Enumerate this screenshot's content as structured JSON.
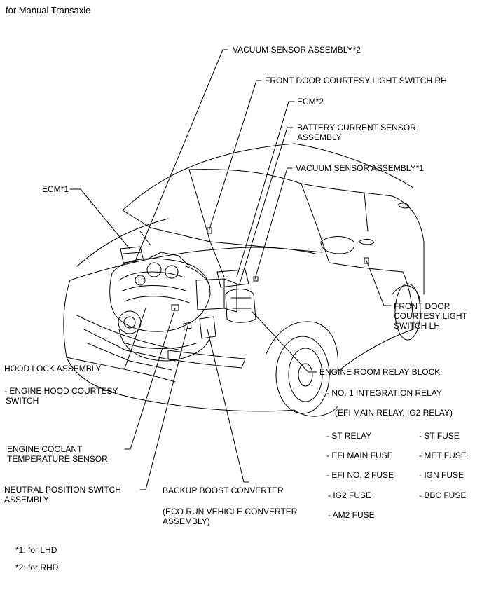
{
  "title": "for Manual Transaxle",
  "labels": {
    "vacuum_sensor_2": "VACUUM SENSOR ASSEMBLY*2",
    "front_door_rh": "FRONT DOOR COURTESY LIGHT SWITCH RH",
    "ecm_2": "ECM*2",
    "battery_current_sensor_1": "BATTERY CURRENT SENSOR",
    "battery_current_sensor_2": "ASSEMBLY",
    "vacuum_sensor_1": "VACUUM SENSOR ASSEMBLY*1",
    "ecm_1": "ECM*1",
    "front_door_lh_1": "FRONT DOOR",
    "front_door_lh_2": "COURTESY LIGHT",
    "front_door_lh_3": "SWITCH LH",
    "hood_lock": "HOOD LOCK ASSEMBLY",
    "engine_hood_courtesy_1": "- ENGINE HOOD COURTESY",
    "engine_hood_courtesy_2": "SWITCH",
    "engine_room_relay_block": "ENGINE ROOM RELAY BLOCK",
    "integration_relay": "- NO. 1 INTEGRATION RELAY",
    "integration_relay_sub": "(EFI MAIN RELAY, IG2 RELAY)",
    "ect_sensor_1": "ENGINE COOLANT",
    "ect_sensor_2": "TEMPERATURE SENSOR",
    "neutral_switch_1": "NEUTRAL POSITION SWITCH",
    "neutral_switch_2": "ASSEMBLY",
    "backup_boost_converter": "BACKUP BOOST CONVERTER",
    "eco_run_1": "(ECO RUN VEHICLE CONVERTER",
    "eco_run_2": "ASSEMBLY)"
  },
  "relay_items_left": [
    "- ST RELAY",
    "- EFI MAIN FUSE",
    "- EFI NO. 2 FUSE",
    "- IG2 FUSE",
    "- AM2 FUSE"
  ],
  "relay_items_right": [
    "- ST FUSE",
    "- MET FUSE",
    "- IGN FUSE",
    "- BBC FUSE"
  ],
  "footnotes": {
    "lhd": "*1: for LHD",
    "rhd": "*2: for RHD"
  }
}
